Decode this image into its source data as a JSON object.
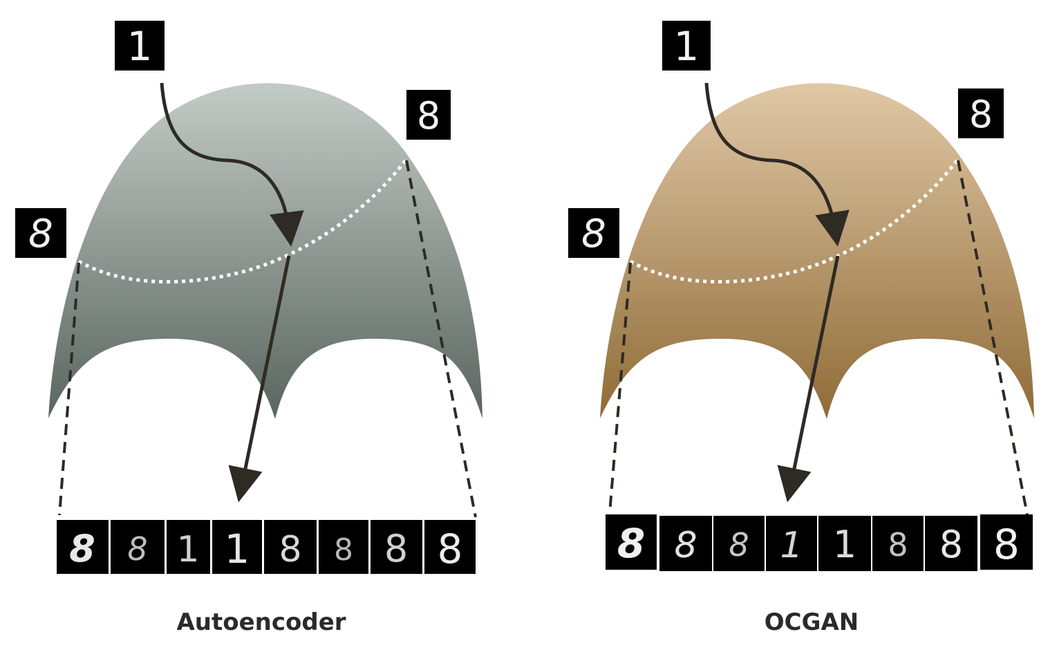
{
  "panels": [
    {
      "caption": "Autoencoder",
      "surface_color_top": "#c3cbc6",
      "surface_color_bottom": "#5a6560",
      "input_digit": "1",
      "left_digit": "8",
      "right_digit": "8",
      "reconstructions": [
        "8",
        "8",
        "1",
        "1",
        "8",
        "8",
        "8",
        "8"
      ]
    },
    {
      "caption": "OCGAN",
      "surface_color_top": "#e0c8a6",
      "surface_color_bottom": "#8f6b37",
      "input_digit": "1",
      "left_digit": "8",
      "right_digit": "8",
      "reconstructions": [
        "8",
        "8",
        "8",
        "1",
        "1",
        "8",
        "8",
        "8"
      ]
    }
  ]
}
